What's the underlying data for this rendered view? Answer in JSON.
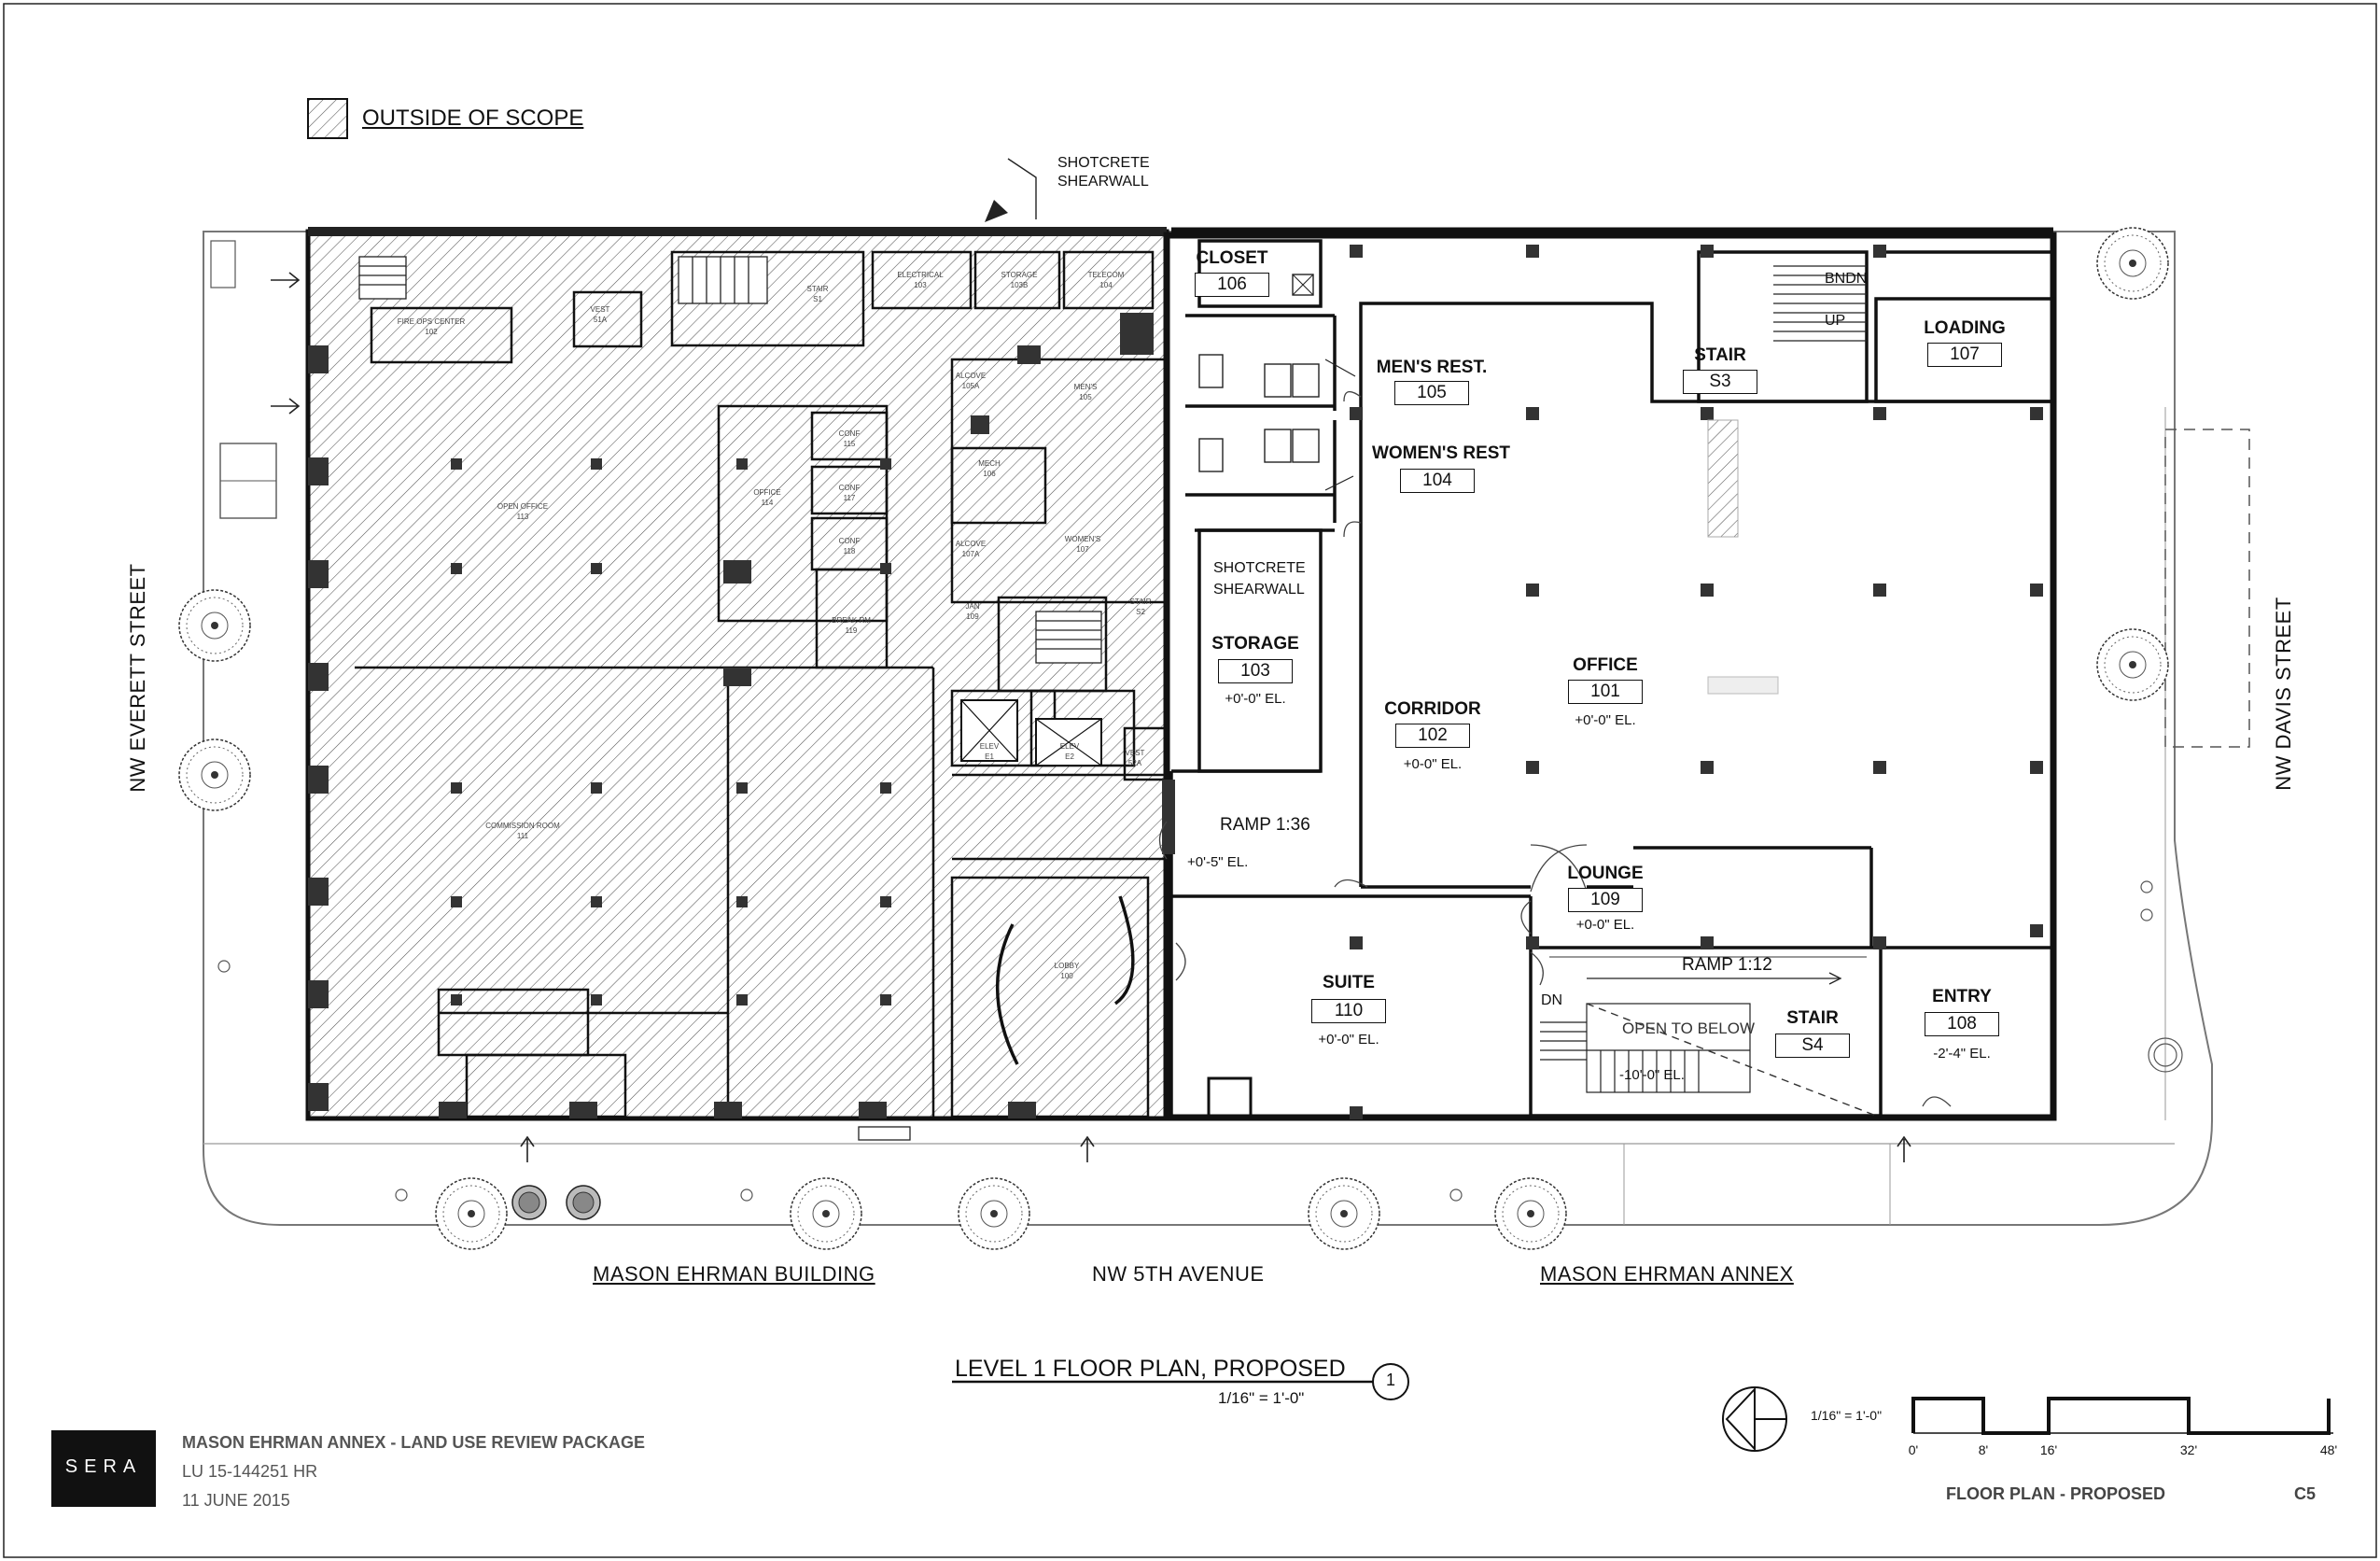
{
  "legend": {
    "label": "OUTSIDE OF SCOPE"
  },
  "callouts": {
    "shearwall_top": [
      "SHOTCRETE",
      "SHEARWALL"
    ],
    "shearwall_mid": [
      "SHOTCRETE",
      "SHEARWALL"
    ]
  },
  "annex_rooms": [
    {
      "name": "CLOSET",
      "number": "106",
      "elevation": ""
    },
    {
      "name": "MEN'S REST.",
      "number": "105",
      "elevation": ""
    },
    {
      "name": "WOMEN'S REST",
      "number": "104",
      "elevation": ""
    },
    {
      "name": "STORAGE",
      "number": "103",
      "elevation": "+0'-0\" EL."
    },
    {
      "name": "CORRIDOR",
      "number": "102",
      "elevation": "+0-0\" EL."
    },
    {
      "name": "OFFICE",
      "number": "101",
      "elevation": "+0'-0\" EL."
    },
    {
      "name": "STAIR",
      "number": "S3",
      "elevation": ""
    },
    {
      "name": "LOADING",
      "number": "107",
      "elevation": ""
    },
    {
      "name": "LOUNGE",
      "number": "109",
      "elevation": "+0-0\" EL."
    },
    {
      "name": "SUITE",
      "number": "110",
      "elevation": "+0'-0\" EL."
    },
    {
      "name": "STAIR",
      "number": "S4",
      "elevation": "-10'-0\" EL."
    },
    {
      "name": "ENTRY",
      "number": "108",
      "elevation": "-2'-4\" EL."
    }
  ],
  "annex_notes": {
    "ramp_136": "RAMP 1:36",
    "ramp_136_el": "+0'-5\" EL.",
    "ramp_112": "RAMP 1:12",
    "open_to_below": "OPEN TO BELOW",
    "dn": "DN",
    "bn_dn": "BNDN",
    "up": "UP"
  },
  "existing_rooms": [
    {
      "name": "FIRE OPS CENTER",
      "number": "102"
    },
    {
      "name": "VEST",
      "number": "51A"
    },
    {
      "name": "STAIR",
      "number": "S1"
    },
    {
      "name": "ELECTRICAL",
      "number": "103"
    },
    {
      "name": "STORAGE",
      "number": "103B"
    },
    {
      "name": "TELECOM",
      "number": "104"
    },
    {
      "name": "OPEN OFFICE",
      "number": "113"
    },
    {
      "name": "OFFICE",
      "number": "114"
    },
    {
      "name": "CONF",
      "number": "115"
    },
    {
      "name": "CONF",
      "number": "117"
    },
    {
      "name": "CONF",
      "number": "118"
    },
    {
      "name": "BREAK RM",
      "number": "119"
    },
    {
      "name": "ALCOVE",
      "number": "105A"
    },
    {
      "name": "MEN'S",
      "number": "105"
    },
    {
      "name": "MECH",
      "number": "106"
    },
    {
      "name": "ALCOVE",
      "number": "107A"
    },
    {
      "name": "WOMEN'S",
      "number": "107"
    },
    {
      "name": "JAN",
      "number": "109"
    },
    {
      "name": "STAIR",
      "number": "S2"
    },
    {
      "name": "ELEV",
      "number": "E1"
    },
    {
      "name": "ELEV",
      "number": "E2"
    },
    {
      "name": "VEST",
      "number": "52A"
    },
    {
      "name": "COMMISSION ROOM",
      "number": "111"
    },
    {
      "name": "LOBBY",
      "number": "100"
    }
  ],
  "streets": {
    "west": "NW EVERETT STREET",
    "east": "NW DAVIS STREET",
    "south": "NW 5TH AVENUE",
    "building_left": "MASON EHRMAN BUILDING",
    "building_right": "MASON EHRMAN ANNEX"
  },
  "drawing_title": {
    "title": "LEVEL 1 FLOOR PLAN, PROPOSED",
    "number": "1",
    "scale": "1/16\" = 1'-0\""
  },
  "title_block": {
    "logo": "SERA",
    "project": "MASON EHRMAN ANNEX - LAND USE REVIEW PACKAGE",
    "case": "LU 15-144251 HR",
    "date": "11 JUNE 2015",
    "sheet_title": "FLOOR PLAN - PROPOSED",
    "sheet_number": "C5"
  },
  "scale_bar": {
    "label": "1/16\" = 1'-0\"",
    "ticks": [
      "0'",
      "8'",
      "16'",
      "32'",
      "48'"
    ]
  }
}
